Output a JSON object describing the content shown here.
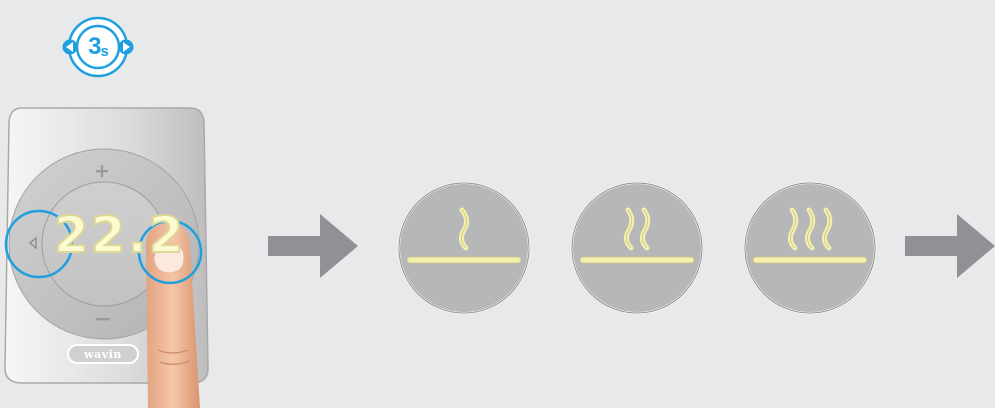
{
  "timer": {
    "value": "3",
    "unit": "s",
    "icon": "hold-timer-icon",
    "color": "#1e9fe0"
  },
  "device": {
    "display": "22.2",
    "brand": "wavin",
    "icons": [
      "plus-icon",
      "minus-icon",
      "left-arrow-icon"
    ]
  },
  "sequence": {
    "levels": [
      {
        "icon": "heat-level-1-icon",
        "waves": 1
      },
      {
        "icon": "heat-level-2-icon",
        "waves": 2
      },
      {
        "icon": "heat-level-3-icon",
        "waves": 3
      }
    ],
    "arrow_icon": "arrow-right-icon"
  },
  "colors": {
    "background": "#e8e9ea",
    "highlight": "#1e9fe0",
    "heat": "#f4efad",
    "arrow": "#8f9194"
  }
}
